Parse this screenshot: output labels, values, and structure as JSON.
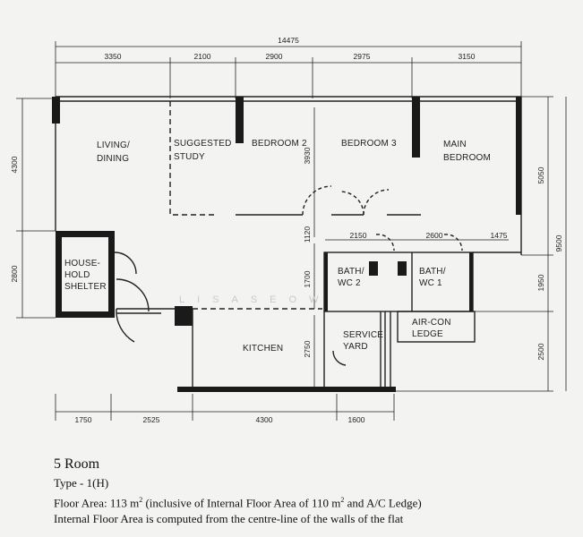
{
  "plan": {
    "dims_top": {
      "overall": "14475",
      "segments": [
        "3350",
        "2100",
        "2900",
        "2975",
        "3150"
      ]
    },
    "dims_bottom": [
      "1750",
      "2525",
      "4300",
      "1600"
    ],
    "dims_left": [
      "4300",
      "2800"
    ],
    "dims_right_inner": [
      "5050",
      "1950",
      "2500"
    ],
    "dims_right_outer": "9500",
    "dims_inner": {
      "h_2150": "2150",
      "h_2600": "2600",
      "h_1475": "1475",
      "v_3930": "3930",
      "v_1120": "1120",
      "v_1700": "1700",
      "v_2750": "2750"
    },
    "rooms": {
      "living_1": "LIVING/",
      "living_2": "DINING",
      "study_1": "SUGGESTED",
      "study_2": "STUDY",
      "bedroom2": "BEDROOM 2",
      "bedroom3": "BEDROOM 3",
      "master_1": "MAIN",
      "master_2": "BEDROOM",
      "shelter_1": "HOUSE-",
      "shelter_2": "HOLD",
      "shelter_3": "SHELTER",
      "bath2_1": "BATH/",
      "bath2_2": "WC 2",
      "bath1_1": "BATH/",
      "bath1_2": "WC 1",
      "aircon_1": "AIR-CON",
      "aircon_2": "LEDGE",
      "kitchen": "KITCHEN",
      "service_1": "SERVICE",
      "service_2": "YARD"
    },
    "watermark": "LISASEOW"
  },
  "caption": {
    "title": "5 Room",
    "type": "Type - 1(H)",
    "area_prefix": "Floor Area:  113 m",
    "area_sup": "2",
    "area_mid": "  (inclusive of Internal Floor Area of  110 m",
    "area_sup2": "2",
    "area_suffix": " and A/C Ledge)",
    "note": "Internal Floor Area is computed from the centre-line of the walls of the flat"
  }
}
